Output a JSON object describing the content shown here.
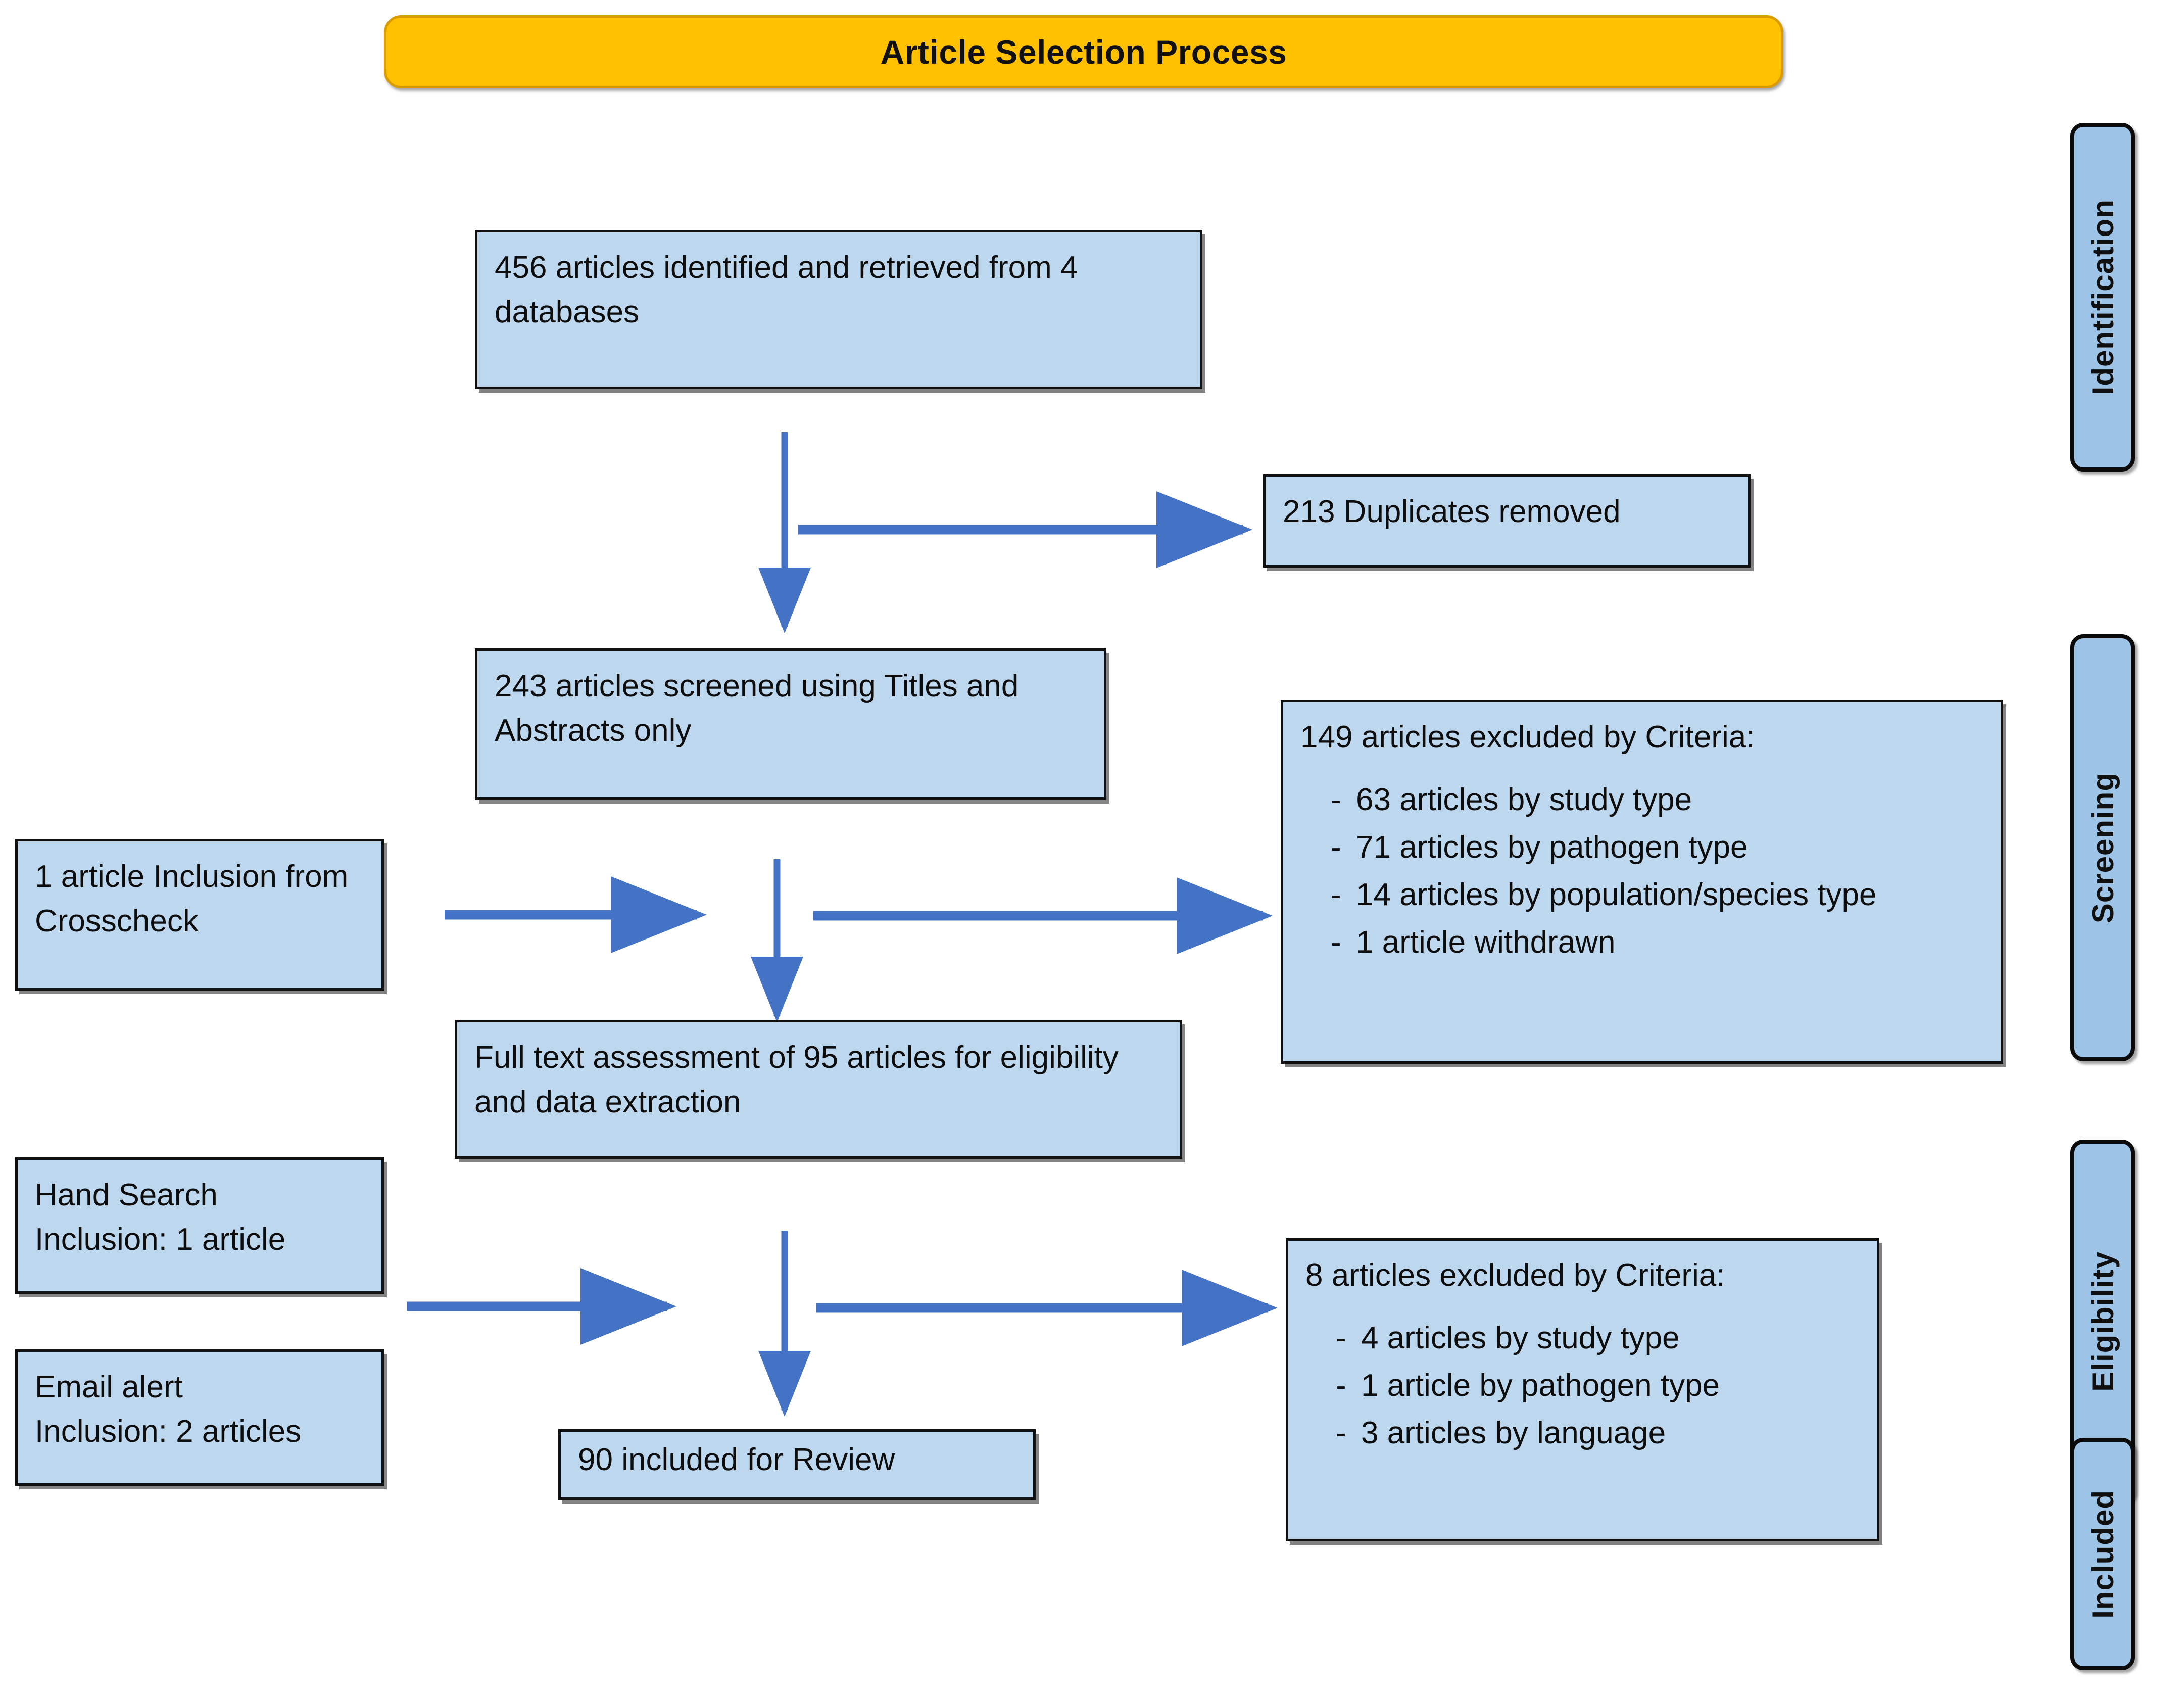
{
  "title": {
    "text": "Article Selection Process",
    "banner_color": "#FFC000"
  },
  "colors": {
    "box_fill": "#BDD7EE",
    "box_border": "#101010",
    "stage_fill": "#9DC3E6",
    "arrow": "#4472C4"
  },
  "boxes": {
    "identified": {
      "text": "456 articles identified and retrieved from 4 databases"
    },
    "duplicates": {
      "text": "213 Duplicates removed"
    },
    "screened": {
      "text": "243 articles screened using Titles and Abstracts only"
    },
    "crosscheck": {
      "text": "1 article Inclusion from Crosscheck"
    },
    "fulltext": {
      "text": "Full text assessment of 95 articles for eligibility and data extraction"
    },
    "hand_search": {
      "text": "Hand Search\nInclusion: 1 article"
    },
    "email_alert": {
      "text": "Email alert\nInclusion: 2 articles"
    },
    "included": {
      "text": "90 included for Review"
    },
    "excluded_screening": {
      "heading": "149 articles excluded by Criteria:",
      "bullet": "-",
      "items": [
        "63 articles by study type",
        "71 articles by pathogen type",
        "14 articles by population/species type",
        "1 article withdrawn"
      ]
    },
    "excluded_eligibility": {
      "heading": "8 articles excluded by Criteria:",
      "bullet": "-",
      "items": [
        "4 articles by study type",
        "1 article by pathogen type",
        "3 articles by language"
      ]
    }
  },
  "stages": [
    {
      "label": "Identification"
    },
    {
      "label": "Screening"
    },
    {
      "label": "Eligibility"
    },
    {
      "label": "Included"
    }
  ]
}
